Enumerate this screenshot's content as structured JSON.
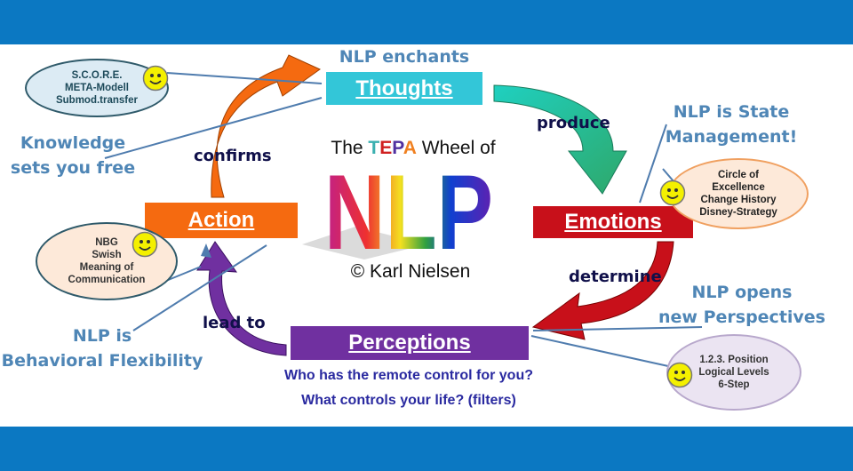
{
  "title": {
    "prefix": "The ",
    "tepa": [
      "T",
      "E",
      "P",
      "A"
    ],
    "suffix": " Wheel of",
    "logo": "NLP",
    "copyright": "© Karl Nielsen"
  },
  "boxes": {
    "thoughts": "Thoughts",
    "emotions": "Emotions",
    "perceptions": "Perceptions",
    "action": "Action"
  },
  "connectors": {
    "produce": "produce",
    "determine": "determine",
    "lead_to": "lead to",
    "confirms": "confirms"
  },
  "callouts": {
    "enchants": "NLP enchants",
    "state": [
      "NLP is State",
      "Management!"
    ],
    "perspectives": [
      "NLP opens",
      "new Perspectives"
    ],
    "flexibility": [
      "NLP is",
      "Behavioral Flexibility"
    ],
    "knowledge": [
      "Knowledge",
      "sets you free"
    ]
  },
  "ellipses": {
    "thoughts": [
      "S.C.O.R.E.",
      "META-Modell",
      "Submod.transfer"
    ],
    "emotions": [
      "Circle of",
      "Excellence",
      "Change History",
      "Disney-Strategy"
    ],
    "action": [
      "NBG",
      "Swish",
      "Meaning of",
      "Communication"
    ],
    "perceptions": [
      "1.2.3. Position",
      "Logical Levels",
      "6-Step"
    ]
  },
  "questions": [
    "Who has the remote control for you?",
    "What controls your life? (filters)"
  ],
  "colors": {
    "thoughts": "#33c6d8",
    "emotions": "#c8101a",
    "perceptions": "#7030a0",
    "action": "#f56a10",
    "banner": "#0b78c2"
  }
}
